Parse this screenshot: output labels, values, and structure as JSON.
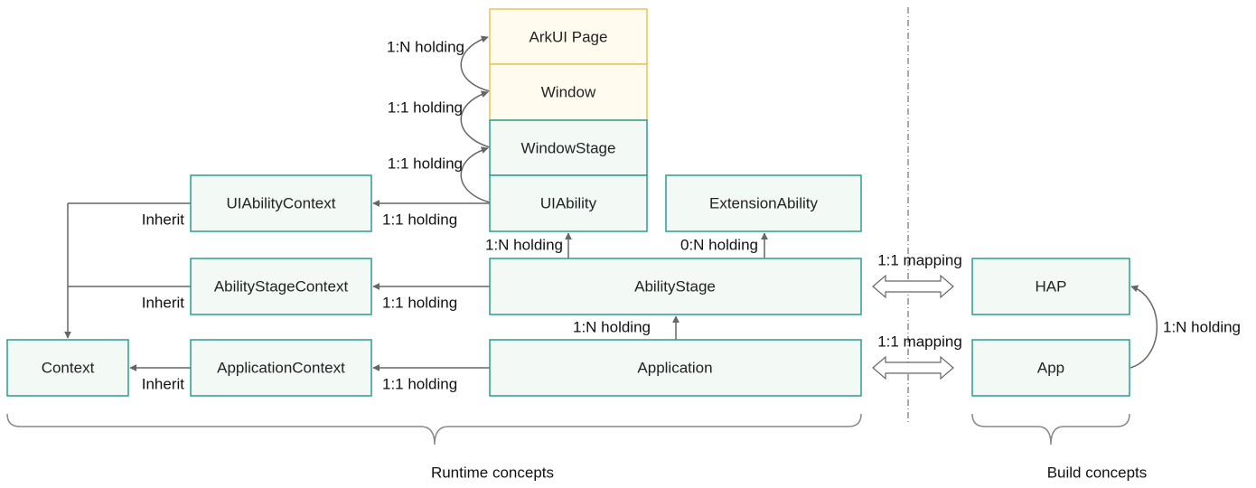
{
  "colors": {
    "green_stroke": "#2a9d8f",
    "green_fill": "#f3faf6",
    "yellow_stroke": "#e8c35a",
    "yellow_fill": "#fffcef",
    "line": "#666666"
  },
  "nodes": {
    "arkui_page": "ArkUI Page",
    "window": "Window",
    "window_stage": "WindowStage",
    "uiability": "UIAbility",
    "extension_ability": "ExtensionAbility",
    "uiability_context": "UIAbilityContext",
    "ability_stage_context": "AbilityStageContext",
    "ability_stage": "AbilityStage",
    "application_context": "ApplicationContext",
    "application": "Application",
    "context": "Context",
    "hap": "HAP",
    "app": "App"
  },
  "edges": {
    "page_window": "1:N holding",
    "window_windowstage": "1:1 holding",
    "windowstage_uiability": "1:1 holding",
    "uiability_context": "1:1 holding",
    "stage_uiability": "1:N holding",
    "stage_extension": "0:N holding",
    "stage_context": "1:1 holding",
    "app_stage": "1:N holding",
    "application_context": "1:1 holding",
    "inherit_uiability": "Inherit",
    "inherit_stage": "Inherit",
    "inherit_application": "Inherit",
    "mapping_stage_hap": "1:1 mapping",
    "mapping_app": "1:1 mapping",
    "app_hap": "1:N holding"
  },
  "groups": {
    "runtime": "Runtime concepts",
    "build": "Build concepts"
  }
}
